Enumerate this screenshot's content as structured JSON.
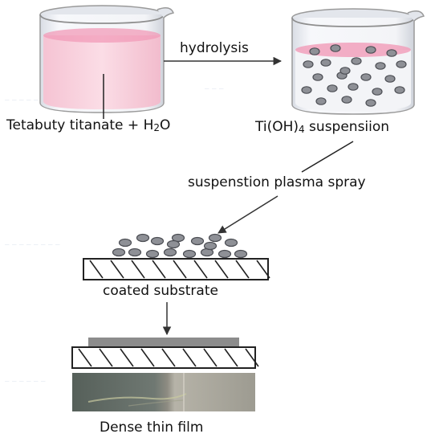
{
  "labels": {
    "reactants_pre": "Tetabuty titanate + H",
    "reactants_sub": "2",
    "reactants_post": "O",
    "hydrolysis": "hydrolysis",
    "suspension_pre": "Ti(OH)",
    "suspension_sub": "4",
    "suspension_post": " suspensiion",
    "spray": "suspenstion plasma spray",
    "coated": "coated substrate",
    "film": "Dense thin film"
  },
  "colors": {
    "liquid": "#f4b8cc",
    "liquid_top": "#f19bb8",
    "glass_edge": "#9a9a9a",
    "glass_body": "#eef0f4",
    "particle_fill": "#8e9096",
    "particle_dark": "#4c4e54",
    "film_layer": "#8c8c8c",
    "substrate_stroke": "#222222",
    "photo_left": "#5f6762",
    "photo_right": "#a8a69c"
  },
  "icons": {
    "beaker": "beaker-icon",
    "arrow": "arrow-icon",
    "particle": "particle-icon"
  }
}
